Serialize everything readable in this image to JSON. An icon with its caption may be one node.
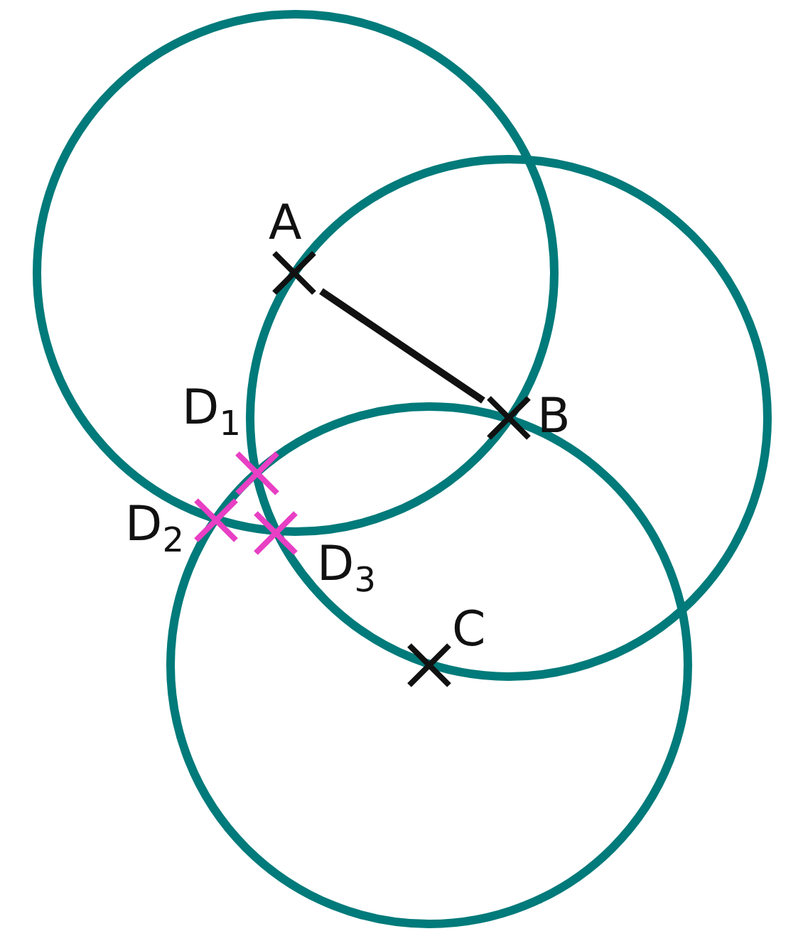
{
  "diagram": {
    "nodes": [
      {
        "text": [
          "A"
        ]
      },
      {
        "text": [
          "B"
        ]
      }
    ],
    "edges": [
      {
        "from": 0,
        "to": 1,
        "arrow": "none"
      }
    ],
    "labels": [
      "C",
      "D$_{1}$",
      "D$_{2}$",
      "D$_{3}$"
    ]
  }
}
